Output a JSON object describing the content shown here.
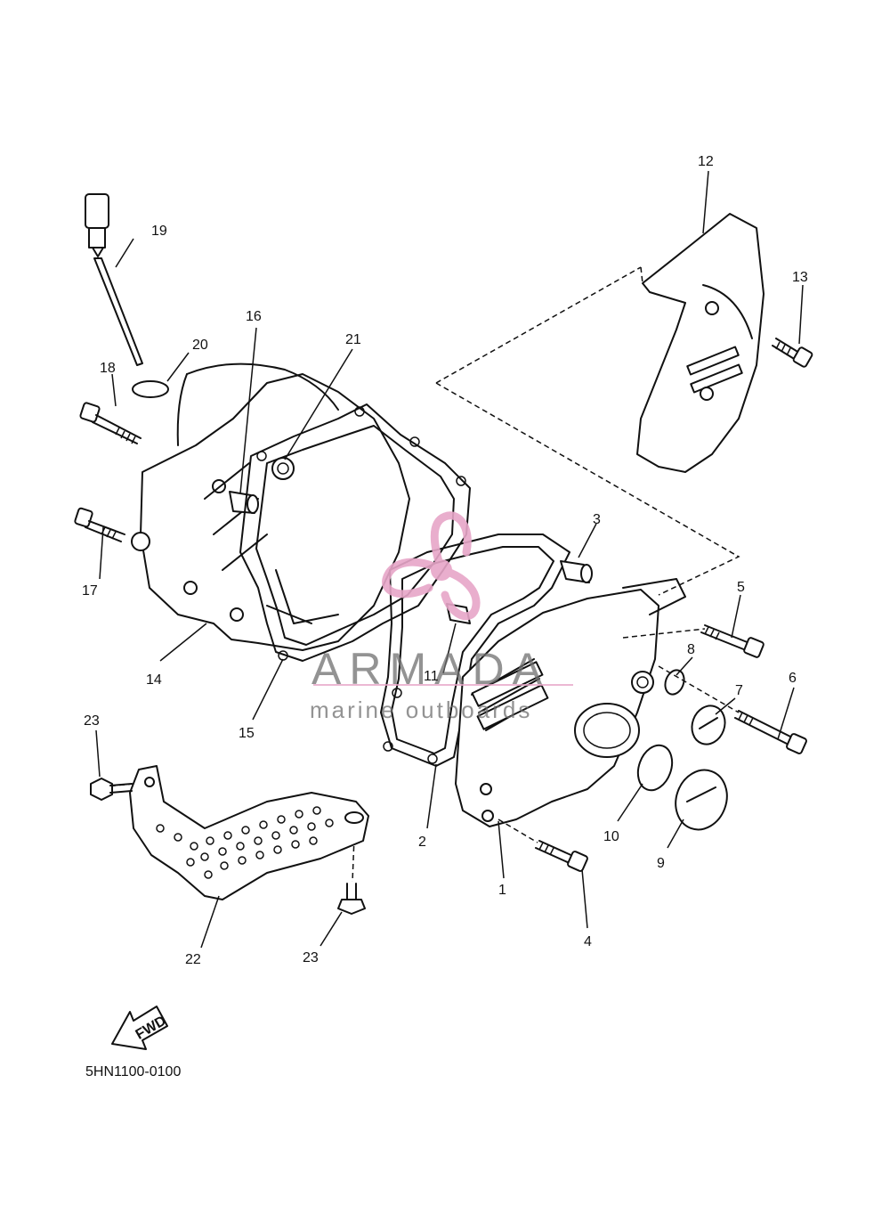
{
  "diagram": {
    "code": "5HN1100-0100",
    "fwd_label": "FWD",
    "callouts": [
      "1",
      "2",
      "3",
      "4",
      "5",
      "6",
      "7",
      "8",
      "9",
      "10",
      "11",
      "12",
      "13",
      "14",
      "15",
      "16",
      "17",
      "18",
      "19",
      "20",
      "21",
      "22",
      "23",
      "23"
    ]
  },
  "watermark": {
    "title": "ARMADA",
    "subtitle": "marine outboards",
    "color": "#e7a6c8"
  }
}
